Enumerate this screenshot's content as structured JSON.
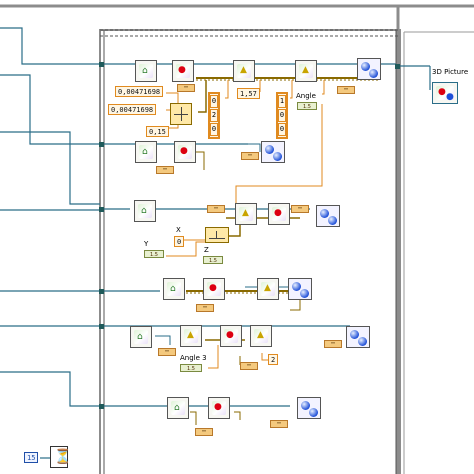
{
  "constants": {
    "c1": "0,00471698",
    "c2": "0,00471698",
    "c3": "0,15",
    "c4": "1,57",
    "x_label": "X",
    "y_label": "Y",
    "z_label": "Z",
    "x_value": "0",
    "loop_count": "15",
    "small_2": "2"
  },
  "arrays": {
    "a1": [
      "0",
      "2",
      "0"
    ],
    "a2": [
      "1",
      "0",
      "0"
    ]
  },
  "labels": {
    "picture_indicator": "3D Picture",
    "angle": "Angle",
    "angle3": "Angle 3"
  }
}
